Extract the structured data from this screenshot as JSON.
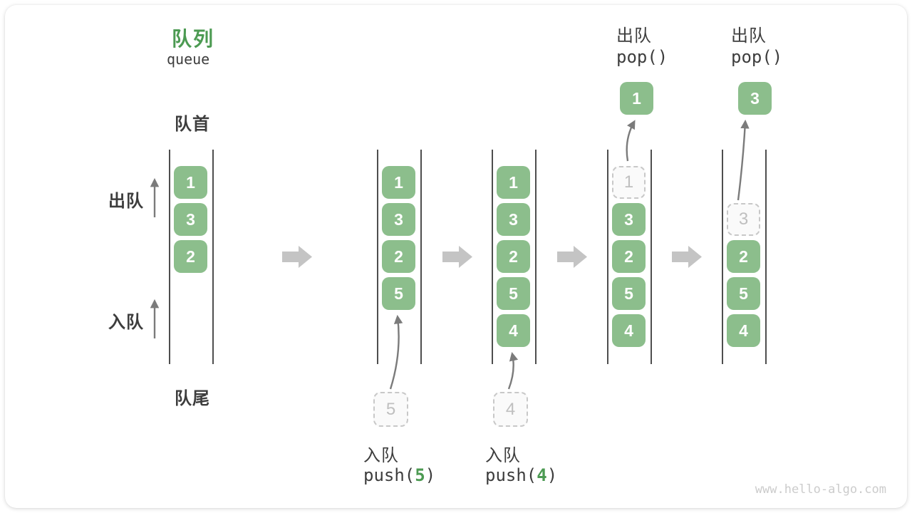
{
  "title": {
    "main": "队列",
    "sub": "queue"
  },
  "labels": {
    "front": "队首",
    "rear": "队尾",
    "dequeue": "出队",
    "enqueue": "入队"
  },
  "colors": {
    "accent_green": "#4C9A52",
    "box_green": "#8CBE8C",
    "box_text": "#FFFFFF",
    "dashed_fill": "#FAFAFA",
    "dashed_border": "#C8C8C8",
    "dashed_text": "#BFBFBF",
    "block_arrow_gray": "#C4C4C4",
    "flow_arrow_gray": "#7B7B7B",
    "wall_gray": "#4E4E4E",
    "text_dark": "#3D3D3D",
    "watermark_gray": "#CCCCCC"
  },
  "states": [
    {
      "name": "initial",
      "slots": [
        {
          "row": 1,
          "value": "1",
          "dashed": false
        },
        {
          "row": 2,
          "value": "3",
          "dashed": false
        },
        {
          "row": 3,
          "value": "2",
          "dashed": false
        }
      ]
    },
    {
      "name": "after-push-5",
      "slots": [
        {
          "row": 1,
          "value": "1",
          "dashed": false
        },
        {
          "row": 2,
          "value": "3",
          "dashed": false
        },
        {
          "row": 3,
          "value": "2",
          "dashed": false
        },
        {
          "row": 4,
          "value": "5",
          "dashed": false
        }
      ],
      "pending": {
        "value": "5"
      },
      "op": {
        "label": "入队",
        "code_pre": "push(",
        "code_arg": "5",
        "code_post": ")",
        "position": "below"
      }
    },
    {
      "name": "after-push-4",
      "slots": [
        {
          "row": 1,
          "value": "1",
          "dashed": false
        },
        {
          "row": 2,
          "value": "3",
          "dashed": false
        },
        {
          "row": 3,
          "value": "2",
          "dashed": false
        },
        {
          "row": 4,
          "value": "5",
          "dashed": false
        },
        {
          "row": 5,
          "value": "4",
          "dashed": false
        }
      ],
      "pending": {
        "value": "4"
      },
      "op": {
        "label": "入队",
        "code_pre": "push(",
        "code_arg": "4",
        "code_post": ")",
        "position": "below"
      }
    },
    {
      "name": "after-pop-1",
      "slots": [
        {
          "row": 1,
          "value": "1",
          "dashed": true
        },
        {
          "row": 2,
          "value": "3",
          "dashed": false
        },
        {
          "row": 3,
          "value": "2",
          "dashed": false
        },
        {
          "row": 4,
          "value": "5",
          "dashed": false
        },
        {
          "row": 5,
          "value": "4",
          "dashed": false
        }
      ],
      "popped": {
        "value": "1"
      },
      "op": {
        "label": "出队",
        "code_pre": "pop(",
        "code_arg": "",
        "code_post": ")",
        "position": "above"
      }
    },
    {
      "name": "after-pop-3",
      "slots": [
        {
          "row": 2,
          "value": "3",
          "dashed": true
        },
        {
          "row": 3,
          "value": "2",
          "dashed": false
        },
        {
          "row": 4,
          "value": "5",
          "dashed": false
        },
        {
          "row": 5,
          "value": "4",
          "dashed": false
        }
      ],
      "popped": {
        "value": "3"
      },
      "op": {
        "label": "出队",
        "code_pre": "pop(",
        "code_arg": "",
        "code_post": ")",
        "position": "above"
      }
    }
  ],
  "watermark": "www.hello-algo.com"
}
